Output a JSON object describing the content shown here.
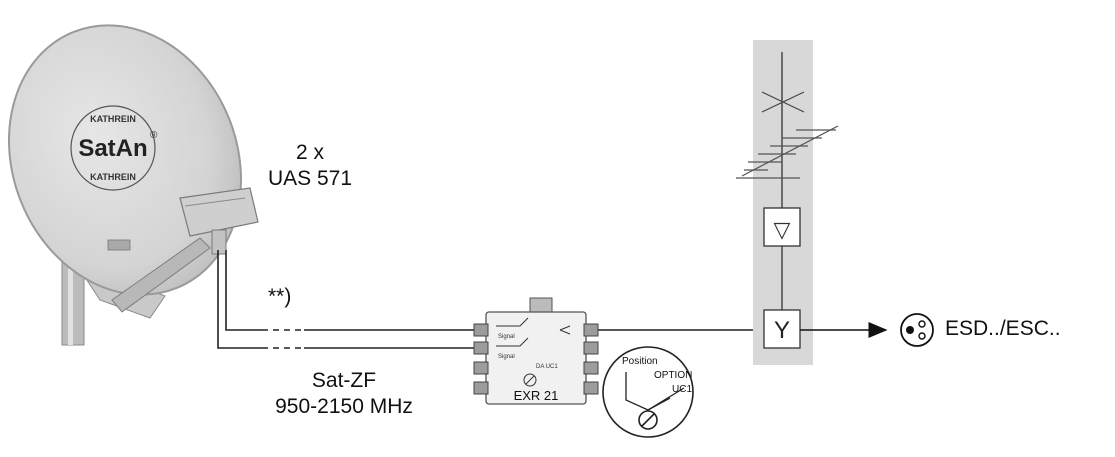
{
  "dish": {
    "logo_top": "KATHREIN",
    "logo_main": "SatAn",
    "logo_reg": "®",
    "logo_bottom": "KATHREIN"
  },
  "lnb": {
    "count": "2 x",
    "model": "UAS 571"
  },
  "cable_note": "**)",
  "signal": {
    "line1": "Sat-ZF",
    "line2": "950-2150 MHz"
  },
  "multiswitch": {
    "name": "EXR 21",
    "port_label_1": "Signal",
    "port_label_2": "Signal",
    "mini_label": "DA UC1"
  },
  "switch_detail": {
    "title": "Position",
    "option1": "OPTION",
    "option2": "UC1"
  },
  "terrestrial": {
    "amp_symbol": "▽",
    "combiner_symbol": "Y"
  },
  "outlet": {
    "label": "ESD../ESC.."
  },
  "colors": {
    "dish_fill": "#d9d9d9",
    "dish_edge": "#9a9a9a",
    "mast_panel": "#d8d8d8",
    "line": "#222222"
  }
}
